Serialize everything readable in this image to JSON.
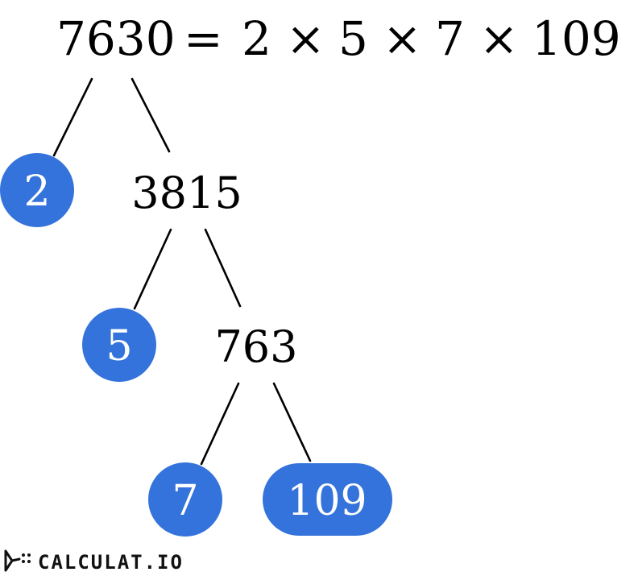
{
  "equation": {
    "number": "7630",
    "equals": "=",
    "factors": [
      "2",
      "5",
      "7",
      "109"
    ],
    "times": "×"
  },
  "tree": {
    "root": "7630",
    "internal_nodes": [
      "3815",
      "763"
    ],
    "prime_leaves": [
      "2",
      "5",
      "7",
      "109"
    ]
  },
  "colors": {
    "leaf_fill": "#3473db",
    "leaf_text": "#ffffff",
    "edge": "#000000"
  },
  "brand": {
    "name": "CALCULAT.IO"
  }
}
